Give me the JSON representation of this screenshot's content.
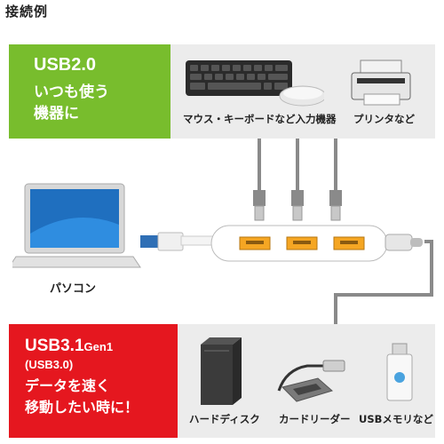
{
  "title": "接続例",
  "usb2": {
    "heading": "USB2.0",
    "subtitle": "いつも使う\n機器に"
  },
  "usb3": {
    "heading_main": "USB3.1",
    "heading_gen": "Gen1",
    "sub": "(USB3.0)",
    "subtitle": "データを速く\n移動したい時に！"
  },
  "labels": {
    "mouse_keyboard": "マウス・キーボードなど入力機器",
    "printer": "プリンタなど",
    "pc": "パソコン",
    "hdd": "ハードディスク",
    "card_reader": "カードリーダー",
    "usb_memory": "USBメモリなど"
  },
  "colors": {
    "green": "#78bd2d",
    "red": "#e5171f",
    "panel": "#ececec",
    "port": "#f5a623"
  }
}
